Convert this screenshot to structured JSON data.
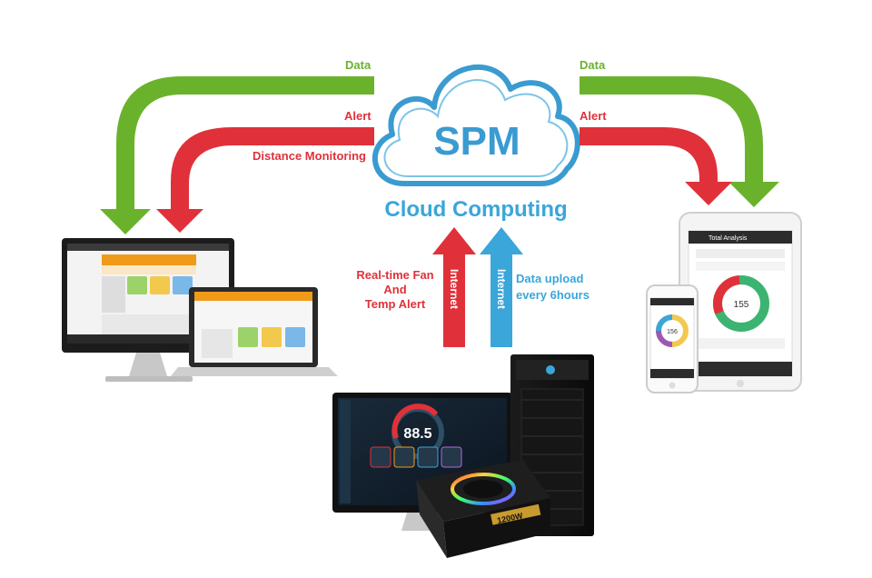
{
  "cloud": {
    "title": "SPM",
    "subtitle": "Cloud Computing"
  },
  "left_flow": {
    "data_label": "Data",
    "alert_label": "Alert",
    "monitoring_label": "Distance Monitoring"
  },
  "right_flow": {
    "data_label": "Data",
    "alert_label": "Alert"
  },
  "uplink": {
    "red_caption_lines": [
      "Real-time Fan",
      "And",
      "Temp Alert"
    ],
    "red_arrow_text": "Internet",
    "blue_arrow_text": "Internet",
    "blue_caption_lines": [
      "Data upload",
      "every 6hours"
    ]
  },
  "colors": {
    "green": "#6ab22c",
    "red": "#e0313a",
    "blue": "#3aa6d9",
    "cloud": "#3a9bd0"
  },
  "devices": {
    "center_monitor_reading": "88.5",
    "tablet_title": "Total Analysis",
    "tablet_gauge_value": "155",
    "phone_gauge_value": "156",
    "psu_label": "1200W"
  }
}
